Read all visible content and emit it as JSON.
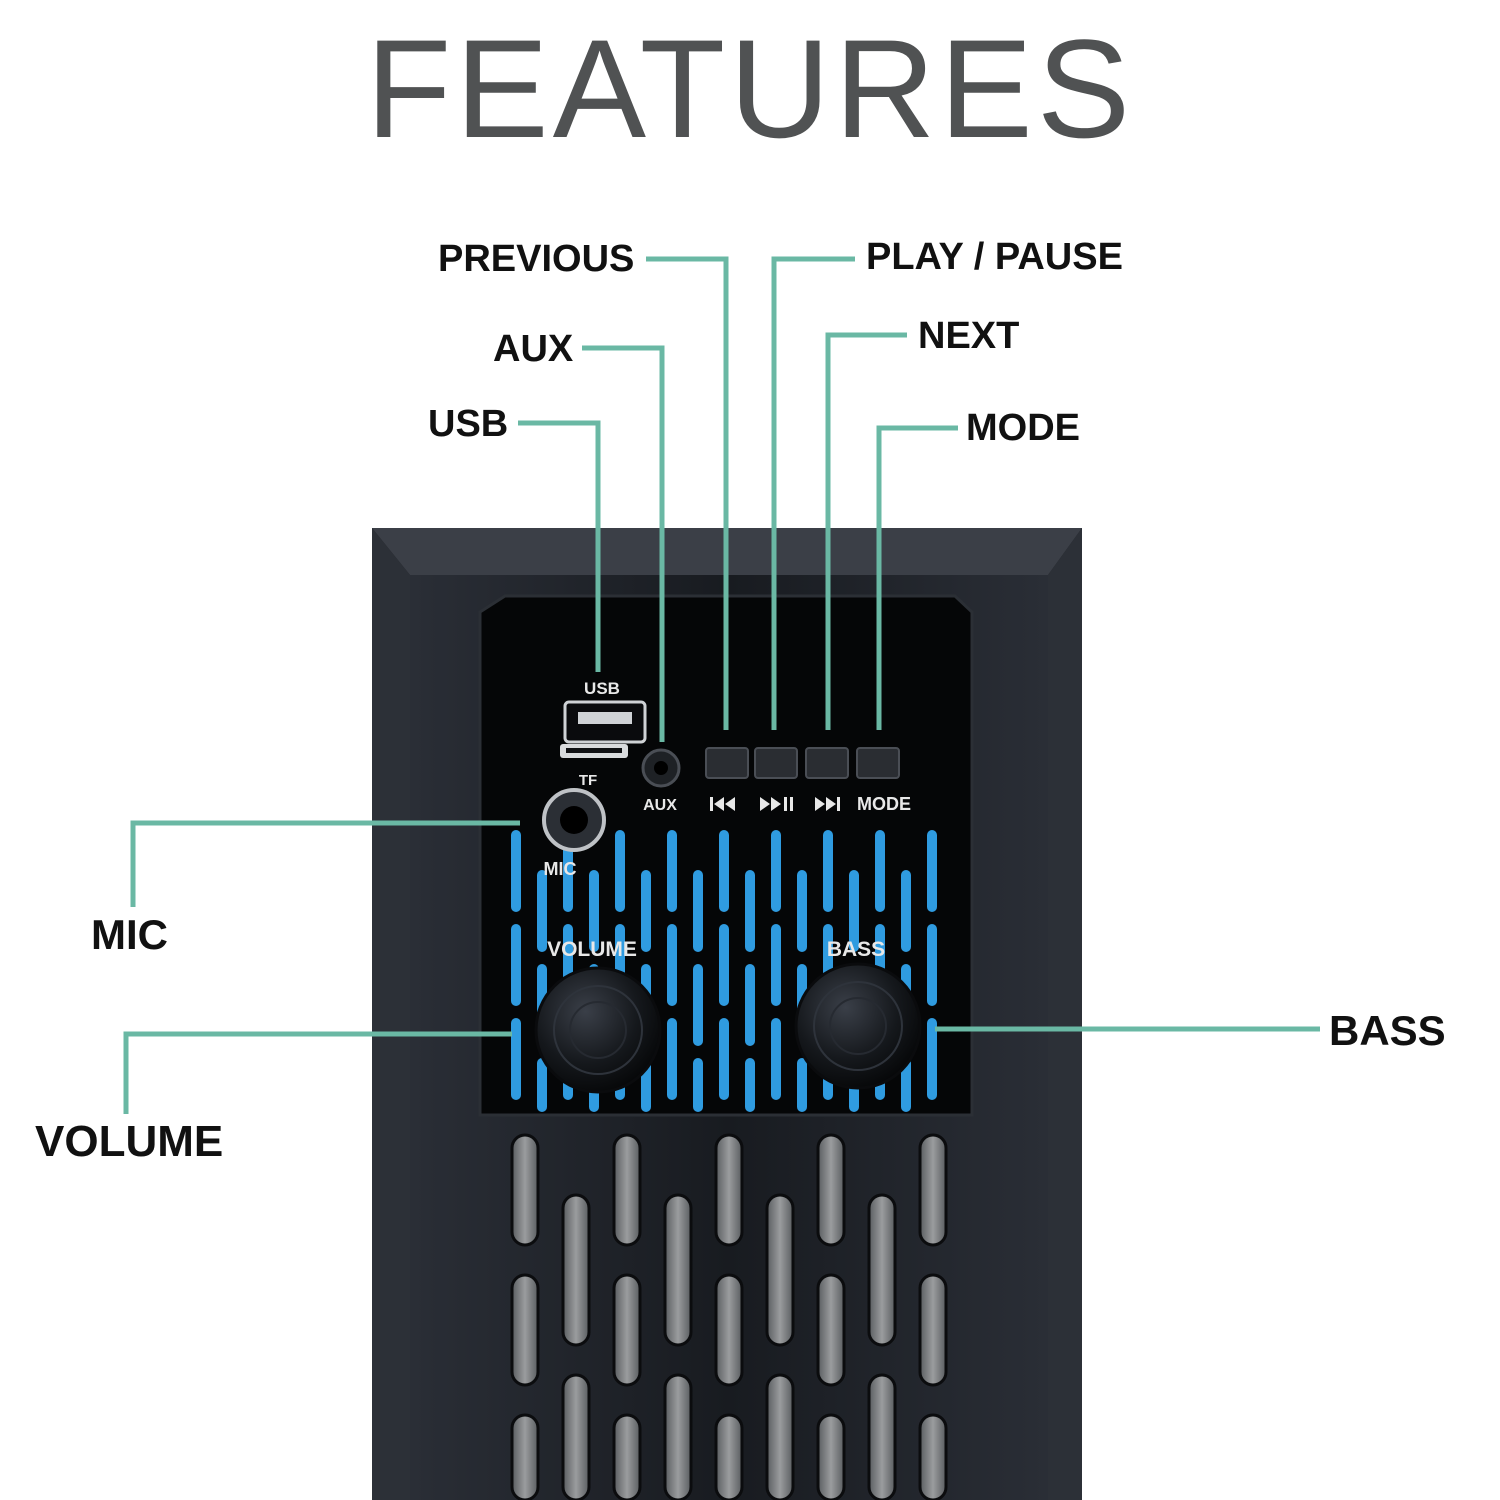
{
  "title": "FEATURES",
  "callouts": {
    "previous": "PREVIOUS",
    "play_pause": "PLAY / PAUSE",
    "aux": "AUX",
    "next": "NEXT",
    "usb": "USB",
    "mode": "MODE",
    "mic": "MIC",
    "volume": "VOLUME",
    "bass": "BASS"
  },
  "panel_labels": {
    "usb": "USB",
    "tf": "TF",
    "aux": "AUX",
    "mode": "MODE",
    "mic": "MIC",
    "volume": "VOLUME",
    "bass": "BASS"
  },
  "button_icons": [
    "previous-icon",
    "play-pause-icon",
    "next-icon"
  ],
  "colors": {
    "leader_line": "#6ab8a4",
    "led_blue": "#2f9be0",
    "title_gray": "#505253",
    "speaker_body": "#1a1d22"
  }
}
